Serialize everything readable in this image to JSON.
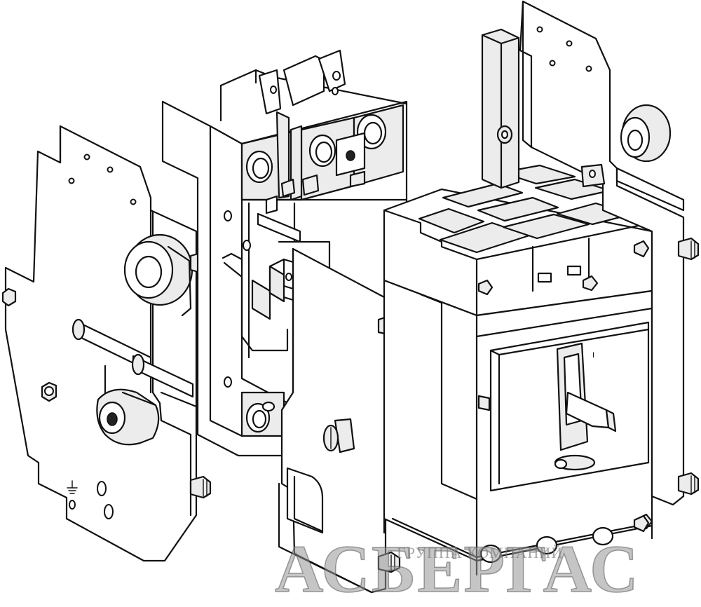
{
  "diagram": {
    "description_labels": {
      "on_mark": "I"
    }
  },
  "watermark": {
    "name": "АСБЕРГАС",
    "tagline": "ГРУППА КОМПАНИЙ"
  }
}
